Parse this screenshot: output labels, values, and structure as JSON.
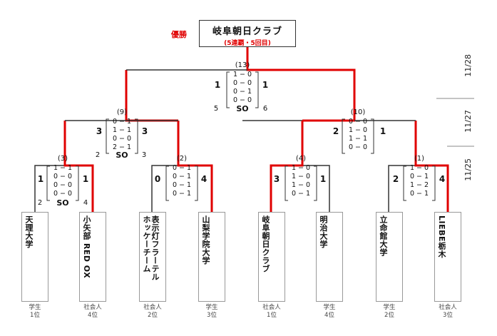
{
  "champion": {
    "winner_label": "優勝",
    "name": "岐阜朝日クラブ",
    "sub": "(5連覇・5回目)"
  },
  "dates": [
    "11/28",
    "11/27",
    "11/25"
  ],
  "teams": [
    {
      "name": "天理大学",
      "category": "学生",
      "rank": "1位"
    },
    {
      "name": "小矢部 RED OX",
      "category": "社会人",
      "rank": "4位"
    },
    {
      "name": "表示灯フラーテル\nホッケーチーム",
      "category": "社会人",
      "rank": "2位"
    },
    {
      "name": "山梨学院大学",
      "category": "学生",
      "rank": "3位"
    },
    {
      "name": "岐阜朝日クラブ",
      "category": "社会人",
      "rank": "1位"
    },
    {
      "name": "明治大学",
      "category": "学生",
      "rank": "4位"
    },
    {
      "name": "立命館大学",
      "category": "学生",
      "rank": "2位"
    },
    {
      "name": "LIEBE栃木",
      "category": "社会人",
      "rank": "3位"
    }
  ],
  "matches": {
    "m3": {
      "no": "(3)",
      "left": "1",
      "right": "1",
      "periods": [
        "1 − 1",
        "0 − 0",
        "0 − 0",
        "0 − 0"
      ],
      "so": "SO",
      "so_left": "2",
      "so_right": "4"
    },
    "m2": {
      "no": "(2)",
      "left": "0",
      "right": "4",
      "periods": [
        "0 − 1",
        "0 − 1",
        "0 − 1",
        "0 − 1"
      ]
    },
    "m4": {
      "no": "(4)",
      "left": "3",
      "right": "1",
      "periods": [
        "1 − 0",
        "1 − 0",
        "1 − 0",
        "0 − 1"
      ]
    },
    "m1": {
      "no": "(1)",
      "left": "2",
      "right": "4",
      "periods": [
        "1 − 0",
        "0 − 1",
        "1 − 2",
        "0 − 1"
      ]
    },
    "m9": {
      "no": "(9)",
      "left": "3",
      "right": "3",
      "periods": [
        "0 − 1",
        "1 − 1",
        "0 − 0",
        "2 − 1"
      ],
      "so": "SO",
      "so_left": "2",
      "so_right": "3"
    },
    "m10": {
      "no": "(10)",
      "left": "2",
      "right": "1",
      "periods": [
        "0 − 0",
        "1 − 0",
        "1 − 1",
        "0 − 0"
      ]
    },
    "m13": {
      "no": "(13)",
      "left": "1",
      "right": "1",
      "periods": [
        "1 − 0",
        "0 − 0",
        "0 − 1",
        "0 − 0"
      ],
      "so": "SO",
      "so_left": "5",
      "so_right": "6"
    }
  },
  "colors": {
    "winner_line": "#e00000",
    "line": "#333333"
  }
}
